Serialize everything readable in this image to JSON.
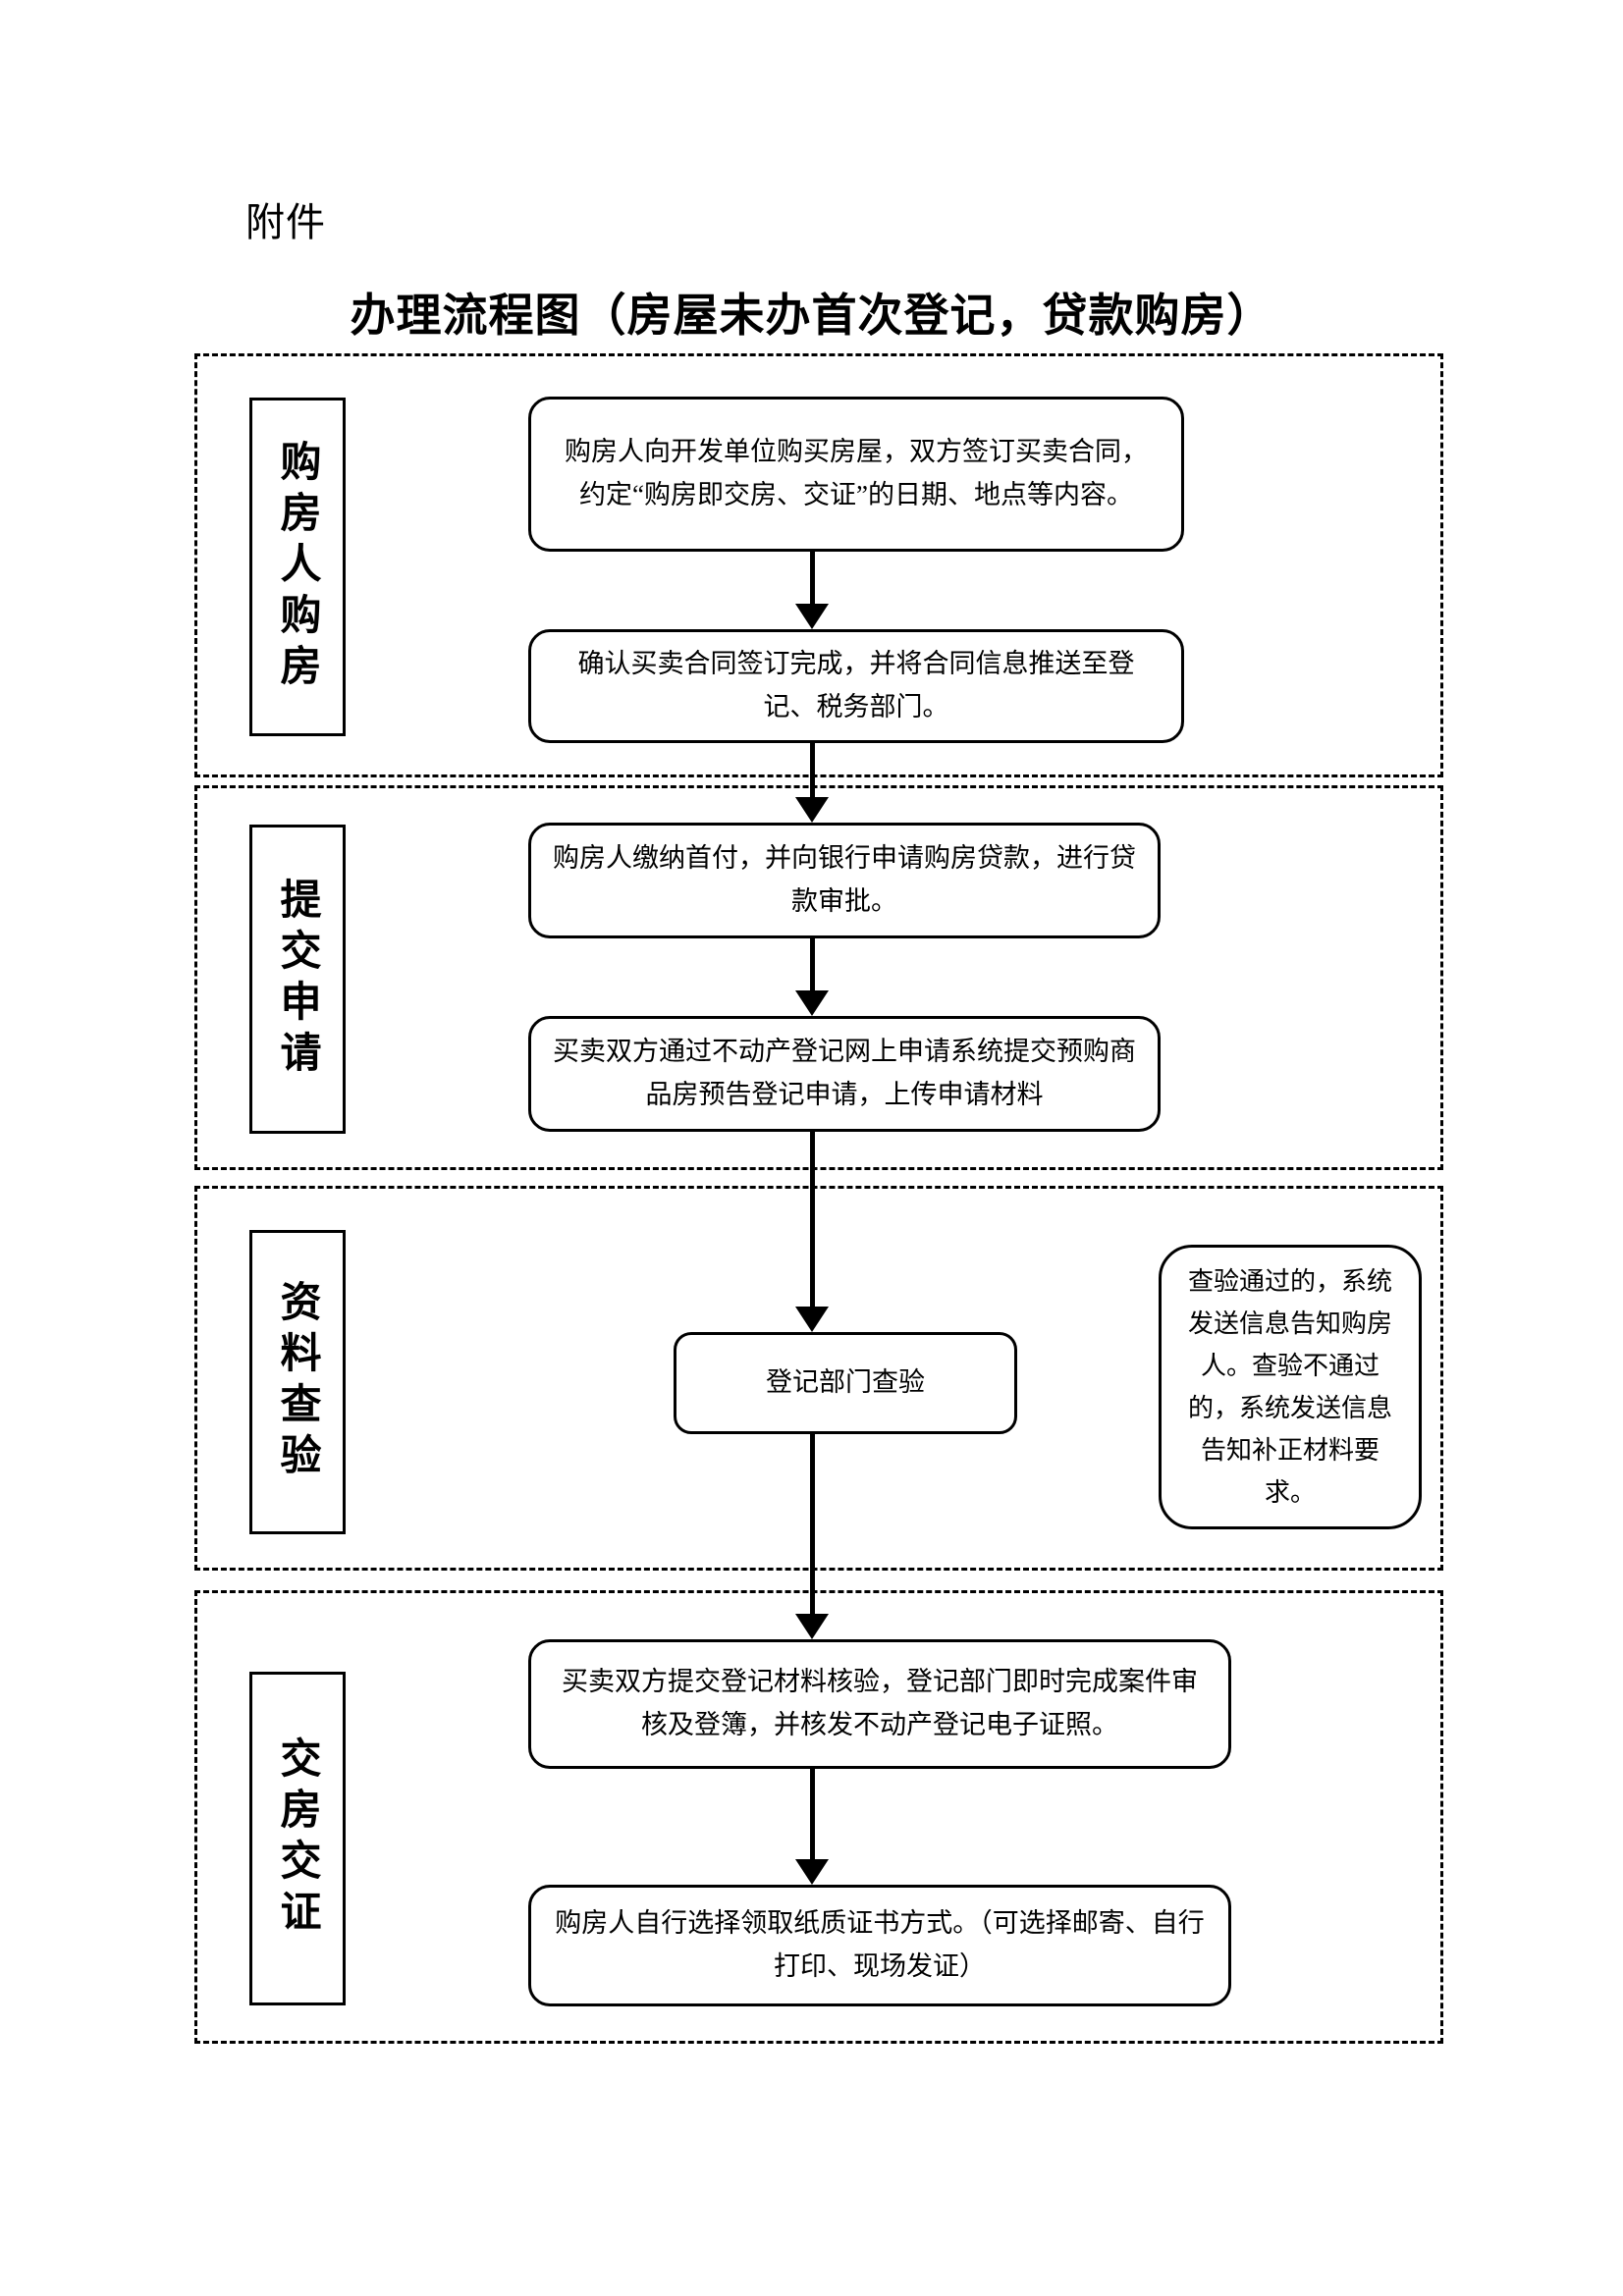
{
  "document": {
    "attachment_label": "附件",
    "title": "办理流程图（房屋未办首次登记，贷款购房）"
  },
  "sections": [
    {
      "id": "section-1",
      "stage_label": "购房人购房",
      "boxes": [
        {
          "id": "box-1",
          "text": "购房人向开发单位购买房屋，双方签订买卖合同，约定“购房即交房、交证”的日期、地点等内容。"
        },
        {
          "id": "box-2",
          "text": "确认买卖合同签订完成，并将合同信息推送至登记、税务部门。"
        }
      ]
    },
    {
      "id": "section-2",
      "stage_label": "提交申请",
      "boxes": [
        {
          "id": "box-3",
          "text": "购房人缴纳首付，并向银行申请购房贷款，进行贷款审批。"
        },
        {
          "id": "box-4",
          "text": "买卖双方通过不动产登记网上申请系统提交预购商品房预告登记申请，上传申请材料"
        }
      ]
    },
    {
      "id": "section-3",
      "stage_label": "资料查验",
      "boxes": [
        {
          "id": "box-5",
          "text": "登记部门查验"
        }
      ],
      "note": {
        "id": "note-box",
        "text": "查验通过的，系统发送信息告知购房人。查验不通过的，系统发送信息告知补正材料要求。"
      }
    },
    {
      "id": "section-4",
      "stage_label": "交房交证",
      "boxes": [
        {
          "id": "box-6",
          "text": "买卖双方提交登记材料核验，登记部门即时完成案件审核及登簿，并核发不动产登记电子证照。"
        },
        {
          "id": "box-7",
          "text": "购房人自行选择领取纸质证书方式。（可选择邮寄、自行打印、现场发证）"
        }
      ]
    }
  ],
  "flow": {
    "arrow_count": 6,
    "direction": "downward",
    "connector_icon": "arrow-down-icon"
  },
  "colors": {
    "ink": "#000000",
    "paper": "#ffffff"
  }
}
